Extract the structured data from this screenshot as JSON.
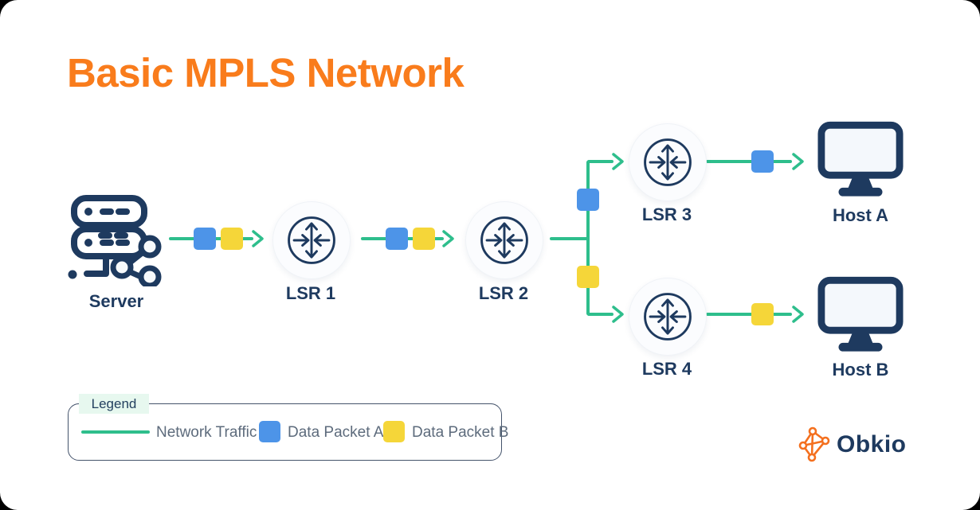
{
  "page": {
    "title": "Basic MPLS Network"
  },
  "colors": {
    "title_orange": "#f97c1c",
    "navy": "#1e3a5f",
    "traffic_green": "#2ebe8c",
    "packet_a_blue": "#4d94e8",
    "packet_b_yellow": "#f5d639",
    "legend_chip_mint": "#e7f8ef",
    "legend_text_gray": "#5d6b7c"
  },
  "nodes": {
    "server": {
      "label": "Server",
      "icon": "server-icon"
    },
    "lsr1": {
      "label": "LSR 1",
      "icon": "router-icon"
    },
    "lsr2": {
      "label": "LSR 2",
      "icon": "router-icon"
    },
    "lsr3": {
      "label": "LSR 3",
      "icon": "router-icon"
    },
    "lsr4": {
      "label": "LSR 4",
      "icon": "router-icon"
    },
    "hostA": {
      "label": "Host A",
      "icon": "monitor-icon"
    },
    "hostB": {
      "label": "Host B",
      "icon": "monitor-icon"
    }
  },
  "legend": {
    "title": "Legend",
    "items": [
      {
        "label": "Network Traffic",
        "swatch": "line",
        "color": "#2ebe8c"
      },
      {
        "label": "Data Packet A",
        "swatch": "square",
        "color": "#4d94e8"
      },
      {
        "label": "Data Packet B",
        "swatch": "square",
        "color": "#f5d639"
      }
    ]
  },
  "branding": {
    "logo_text": "Obkio",
    "logo_icon": "obkio-network-icon"
  }
}
